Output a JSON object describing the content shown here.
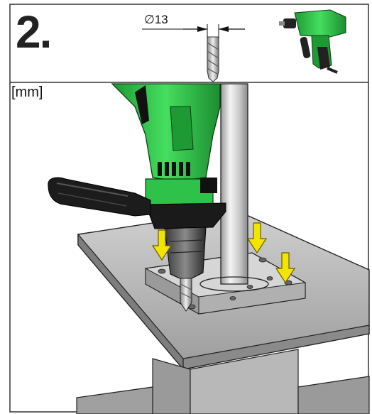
{
  "header": {
    "step_number": "2.",
    "diameter_symbol": "∅",
    "diameter_value": "13"
  },
  "main": {
    "unit_label": "[mm]"
  },
  "colors": {
    "drill_green": "#2fc24a",
    "drill_dark": "#1a1a1a",
    "arrow_yellow": "#f2e600",
    "steel": "#a8a8a8"
  }
}
